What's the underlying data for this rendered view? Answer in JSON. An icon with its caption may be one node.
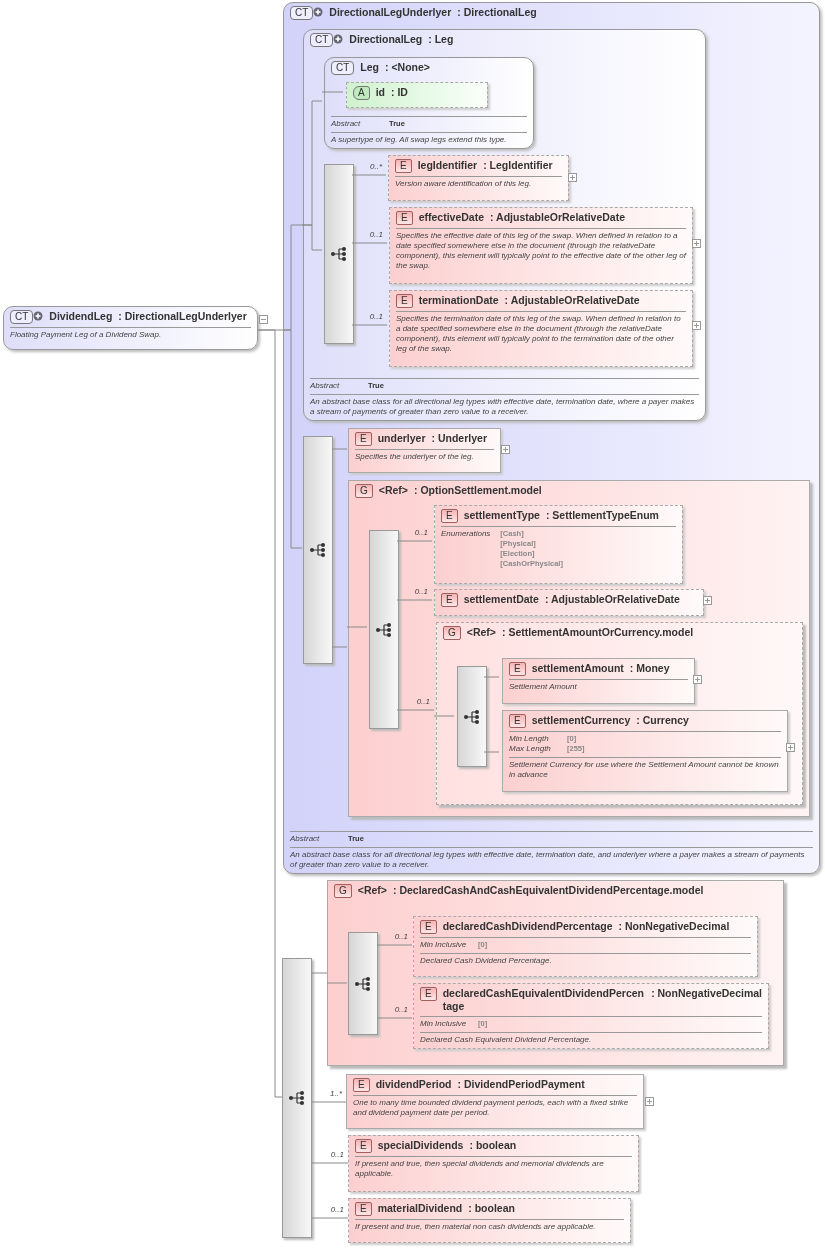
{
  "diagram": {
    "nodes": [
      {
        "text": [
          "CT",
          "DividendLeg",
          ": DirectionalLegUnderlyer",
          "Floating Payment Leg of a Dividend Swap."
        ]
      },
      {
        "text": [
          "CT",
          "DirectionalLegUnderlyer",
          ": DirectionalLeg",
          "Abstract",
          "True",
          "An abstract base class for all directional leg types with effective date, termination date, and underlyer where a payer makes a stream of payments of greater than zero value to a receiver."
        ]
      },
      {
        "text": [
          "CT",
          "DirectionalLeg",
          ": Leg",
          "Abstract",
          "True",
          "An abstract base class for all directional leg types with effective date, termination date, where a payer makes a stream of payments of greater than zero value to a receiver."
        ],
        "in": 1
      },
      {
        "text": [
          "CT",
          "Leg",
          ": <None>",
          "Abstract",
          "True",
          "A supertype of leg. All swap legs extend this type."
        ],
        "in": 2
      },
      {
        "text": [
          "A",
          "id",
          ": ID"
        ],
        "in": 3
      },
      {
        "text": [],
        "shape": "bar",
        "in": 2
      },
      {
        "text": [
          "E",
          "legIdentifier",
          ": LegIdentifier",
          "Version aware identification of this leg."
        ],
        "in": 2
      },
      {
        "text": [
          "E",
          "effectiveDate",
          ": AdjustableOrRelativeDate",
          "Specifies the effective date of this leg of the swap. When defined in relation to a date specified somewhere else in the document (through the relativeDate component), this element will typically point to the effective date of the other leg of the swap."
        ],
        "in": 2
      },
      {
        "text": [
          "E",
          "terminationDate",
          ": AdjustableOrRelativeDate",
          "Specifies the termination date of this leg of the swap. When defined in relation to a date specified somewhere else in the document (through the relativeDate component), this element will typically point to the termination date of the other leg of the swap."
        ],
        "in": 2
      },
      {
        "text": [],
        "shape": "bar",
        "in": 1
      },
      {
        "text": [
          "E",
          "underlyer",
          ": Underlyer",
          "Specifies the underlyer of the leg."
        ],
        "in": 1
      },
      {
        "text": [
          "G",
          "<Ref>",
          ": OptionSettlement.model"
        ],
        "in": 1
      },
      {
        "text": [],
        "shape": "bar",
        "in": 11
      },
      {
        "text": [
          "E",
          "settlementType",
          ": SettlementTypeEnum",
          "Enumerations",
          "[Cash]",
          "[Physical]",
          "[Election]",
          "[CashOrPhysical]"
        ],
        "in": 11
      },
      {
        "text": [
          "E",
          "settlementDate",
          ": AdjustableOrRelativeDate"
        ],
        "in": 11
      },
      {
        "text": [
          "G",
          "<Ref>",
          ": SettlementAmountOrCurrency.model"
        ],
        "in": 11
      },
      {
        "text": [],
        "shape": "bar",
        "in": 15
      },
      {
        "text": [
          "E",
          "settlementAmount",
          ": Money",
          "Settlement Amount"
        ],
        "in": 15
      },
      {
        "text": [
          "E",
          "settlementCurrency",
          ": Currency",
          "Min Length",
          "[0]",
          "Max Length",
          "[255]",
          "Settlement Currency for use where the Settlement Amount cannot be known in advance"
        ],
        "in": 15
      },
      {
        "text": [],
        "shape": "bar"
      },
      {
        "text": [
          "G",
          "<Ref>",
          ": DeclaredCashAndCashEquivalentDividendPercentage.model"
        ]
      },
      {
        "text": [],
        "shape": "bar",
        "in": 20
      },
      {
        "text": [
          "E",
          "declaredCashDividendPercentage",
          ": NonNegativeDecimal",
          "Min Inclusive",
          "[0]",
          "Declared Cash Dividend Percentage."
        ],
        "in": 20
      },
      {
        "text": [
          "E",
          "declaredCashEquivalentDividendPercentage",
          ": NonNegativeDecimal",
          "Min Inclusive",
          "[0]",
          "Declared Cash Equivalent Dividend Percentage."
        ],
        "in": 20
      },
      {
        "text": [
          "E",
          "dividendPeriod",
          ": DividendPeriodPayment",
          "One to many time bounded dividend payment periods, each with a fixed strike and dividend payment date per period."
        ]
      },
      {
        "text": [
          "E",
          "specialDividends",
          ": boolean",
          "If present and true, then special dividends and memorial dividends are applicable."
        ]
      },
      {
        "text": [
          "E",
          "materialDividend",
          ": boolean",
          "If present and true, then material non cash dividends are applicable."
        ]
      }
    ],
    "edges": [
      {
        "from": 0,
        "to": 1,
        "arrow": "none"
      },
      {
        "from": 0,
        "to": 19,
        "arrow": "none"
      },
      {
        "from": 1,
        "to": 2,
        "arrow": "none"
      },
      {
        "from": 1,
        "to": 9,
        "arrow": "none"
      },
      {
        "from": 2,
        "to": 3,
        "arrow": "none"
      },
      {
        "from": 2,
        "to": 5,
        "arrow": "none"
      },
      {
        "from": 3,
        "to": 4,
        "arrow": "none"
      },
      {
        "from": 5,
        "to": 6,
        "arrow": "none",
        "label": "0..*"
      },
      {
        "from": 5,
        "to": 7,
        "arrow": "none",
        "label": "0..1"
      },
      {
        "from": 5,
        "to": 8,
        "arrow": "none",
        "label": "0..1"
      },
      {
        "from": 9,
        "to": 10,
        "arrow": "none"
      },
      {
        "from": 9,
        "to": 11,
        "arrow": "none"
      },
      {
        "from": 11,
        "to": 12,
        "arrow": "none"
      },
      {
        "from": 12,
        "to": 13,
        "arrow": "none",
        "label": "0..1"
      },
      {
        "from": 12,
        "to": 14,
        "arrow": "none",
        "label": "0..1"
      },
      {
        "from": 12,
        "to": 15,
        "arrow": "none",
        "label": "0..1"
      },
      {
        "from": 15,
        "to": 16,
        "arrow": "none"
      },
      {
        "from": 16,
        "to": 17,
        "arrow": "none"
      },
      {
        "from": 16,
        "to": 18,
        "arrow": "none"
      },
      {
        "from": 19,
        "to": 20,
        "arrow": "none"
      },
      {
        "from": 20,
        "to": 21,
        "arrow": "none"
      },
      {
        "from": 21,
        "to": 22,
        "arrow": "none",
        "label": "0..1"
      },
      {
        "from": 21,
        "to": 23,
        "arrow": "none",
        "label": "0..1"
      },
      {
        "from": 19,
        "to": 24,
        "arrow": "none",
        "label": "1..*"
      },
      {
        "from": 19,
        "to": 25,
        "arrow": "none",
        "label": "0..1"
      },
      {
        "from": 19,
        "to": 26,
        "arrow": "none",
        "label": "0..1"
      }
    ]
  }
}
